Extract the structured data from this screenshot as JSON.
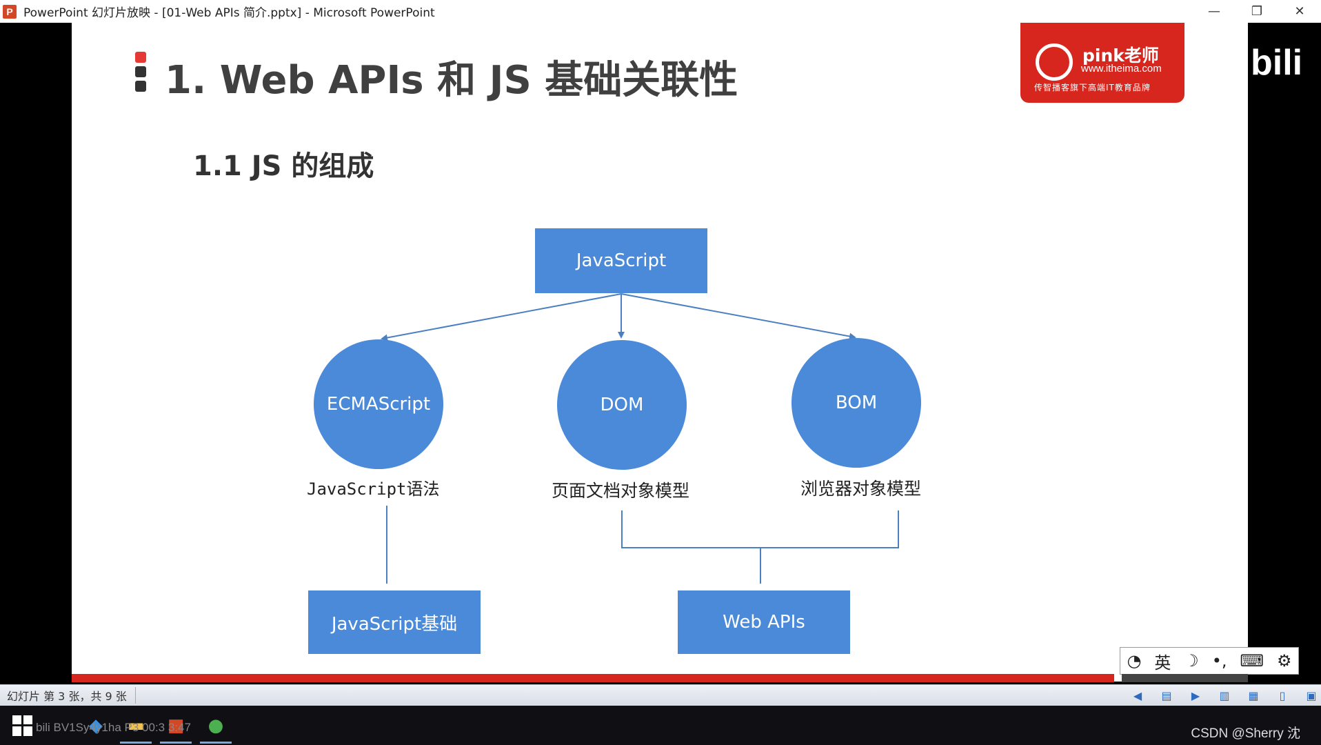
{
  "window": {
    "app_icon_letter": "P",
    "title": "PowerPoint 幻灯片放映 - [01-Web APIs 简介.pptx] - Microsoft PowerPoint",
    "minimize": "—",
    "restore": "❐",
    "close": "✕"
  },
  "slide": {
    "title": "1. Web APIs 和 JS 基础关联性",
    "subtitle": "1.1 JS 的组成",
    "brand": {
      "name": "pink老师",
      "url": "www.itheima.com",
      "slogan": "传智播客旗下高端IT教育品牌"
    },
    "watermark": "bili",
    "diagram": {
      "root": "JavaScript",
      "ecmascript": {
        "label": "ECMAScript",
        "caption": "JavaScript语法"
      },
      "dom": {
        "label": "DOM",
        "caption": "页面文档对象模型"
      },
      "bom": {
        "label": "BOM",
        "caption": "浏览器对象模型"
      },
      "js_basics": "JavaScript基础",
      "web_apis": "Web APIs"
    }
  },
  "ime_toolbar": {
    "lang": "英",
    "moon": "☽",
    "punct": "•,",
    "keyboard": "⌨",
    "settings": "⚙"
  },
  "statusbar": {
    "slide_info": "幻灯片 第 3 张，共 9 张"
  },
  "taskbar": {
    "overlay_text": "bili BV1Sy4y1ha P3 00:3 3:47",
    "csdn": "CSDN @Sherry 沈"
  },
  "colors": {
    "node_blue": "#4a8ad8",
    "brand_red": "#d7261e",
    "connector": "#4a7fc1"
  }
}
